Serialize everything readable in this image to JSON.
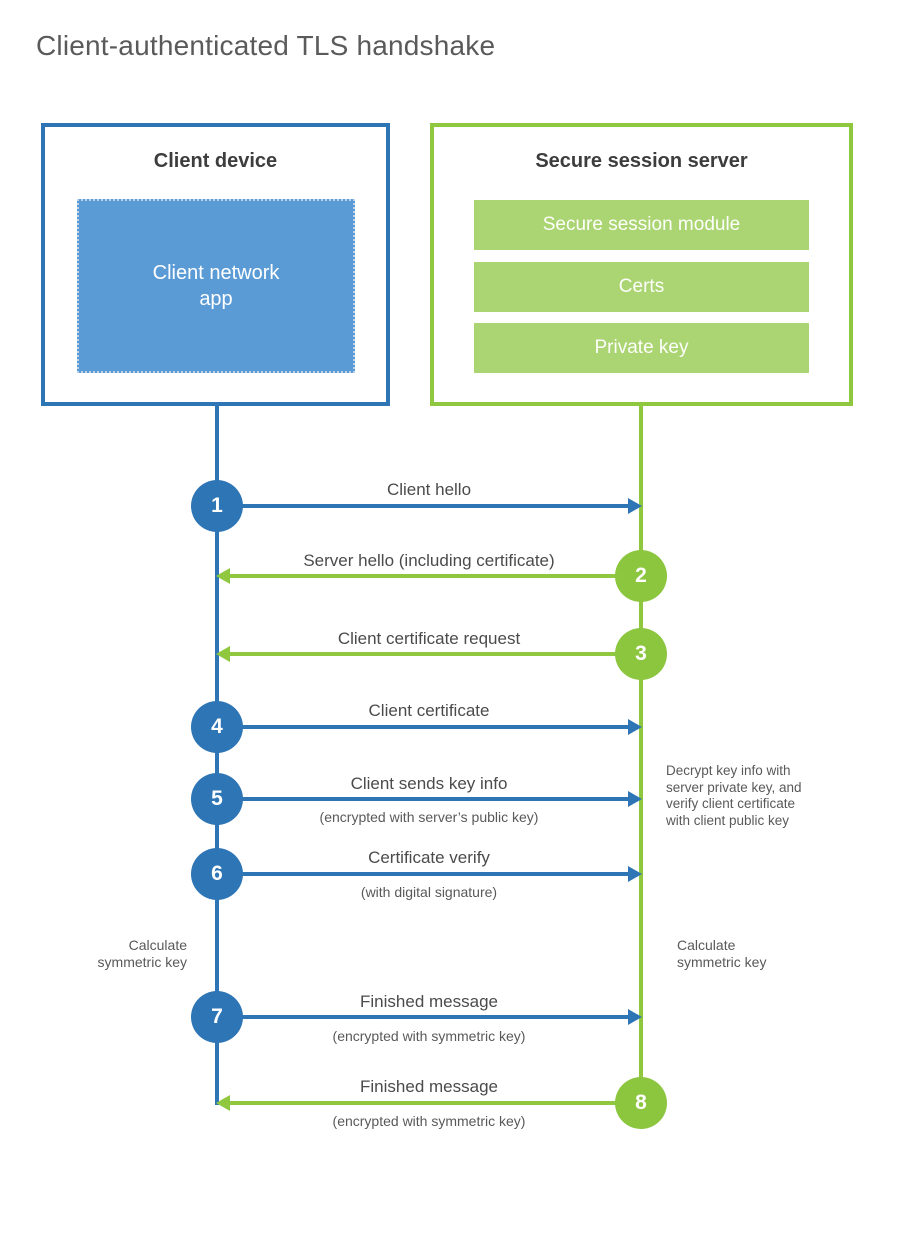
{
  "title": "Client-authenticated TLS handshake",
  "colors": {
    "blue_stroke": "#2e75b6",
    "blue_fill": "#5b9bd5",
    "green_stroke": "#8fc73e",
    "green_circle": "#8cc63f",
    "green_fill": "#abd572",
    "heading_text": "#3d3d3d",
    "label_text": "#4b4b4b",
    "note_text": "#595959",
    "title_text": "#5a5a5a"
  },
  "client_box": {
    "title": "Client device",
    "module": "Client network\napp"
  },
  "server_box": {
    "title": "Secure session server",
    "modules": [
      {
        "label": "Secure session module"
      },
      {
        "label": "Certs"
      },
      {
        "label": "Private key"
      }
    ]
  },
  "steps": [
    {
      "num": "1",
      "label": "Client hello",
      "sub": "",
      "direction": "right",
      "color": "blue"
    },
    {
      "num": "2",
      "label": "Server hello (including certificate)",
      "sub": "",
      "direction": "left",
      "color": "green"
    },
    {
      "num": "3",
      "label": "Client certificate request",
      "sub": "",
      "direction": "left",
      "color": "green"
    },
    {
      "num": "4",
      "label": "Client certificate",
      "sub": "",
      "direction": "right",
      "color": "blue"
    },
    {
      "num": "5",
      "label": "Client sends key info",
      "sub": "(encrypted with server’s public key)",
      "direction": "right",
      "color": "blue"
    },
    {
      "num": "6",
      "label": "Certificate verify",
      "sub": "(with digital signature)",
      "direction": "right",
      "color": "blue"
    },
    {
      "num": "7",
      "label": "Finished message",
      "sub": "(encrypted with symmetric key)",
      "direction": "right",
      "color": "blue"
    },
    {
      "num": "8",
      "label": "Finished message",
      "sub": "(encrypted with symmetric key)",
      "direction": "left",
      "color": "green"
    }
  ],
  "notes": {
    "decrypt": "Decrypt key info with\nserver private key, and\nverify client certificate\nwith client public key",
    "calc_left": "Calculate\nsymmetric key",
    "calc_right": "Calculate\nsymmetric key"
  }
}
